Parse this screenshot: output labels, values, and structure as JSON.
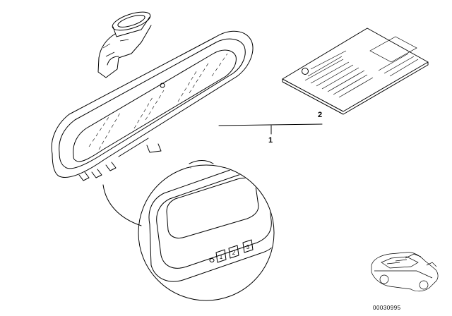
{
  "callouts": [
    {
      "label": "1"
    },
    {
      "label": "2"
    }
  ],
  "detail_buttons": [
    "1",
    "2",
    "3"
  ],
  "part_code": "00030995",
  "icons": {
    "mirror": "rear-view-mirror-icon",
    "manual": "manual-booklet-icon",
    "car": "car-thumbnail-icon"
  }
}
